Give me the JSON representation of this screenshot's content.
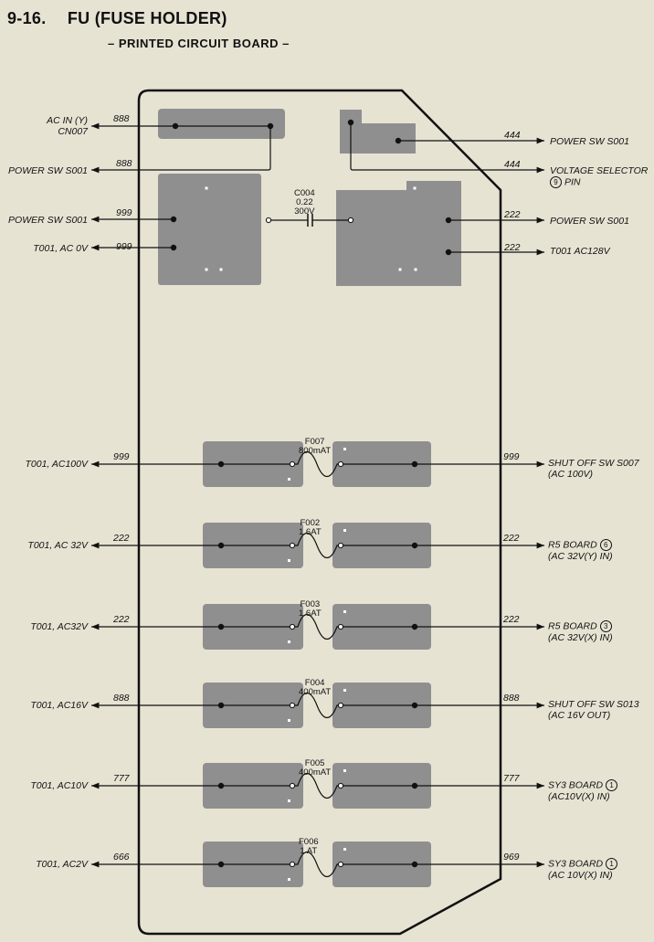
{
  "header": {
    "section": "9-16.",
    "title": "FU (FUSE HOLDER)",
    "subtitle": "– PRINTED CIRCUIT BOARD –"
  },
  "capacitor": {
    "ref": "C004",
    "value1": "0.22",
    "value2": "300V"
  },
  "left_connections": [
    {
      "label": "AC IN (Y)",
      "label2": "CN007",
      "wire": "888"
    },
    {
      "label": "POWER SW S001",
      "wire": "888"
    },
    {
      "label": "POWER SW S001",
      "wire": "999"
    },
    {
      "label": "T001, AC 0V",
      "wire": "999"
    },
    {
      "label": "T001, AC100V",
      "wire": "999"
    },
    {
      "label": "T001, AC 32V",
      "wire": "222"
    },
    {
      "label": "T001, AC32V",
      "wire": "222"
    },
    {
      "label": "T001, AC16V",
      "wire": "888"
    },
    {
      "label": "T001, AC10V",
      "wire": "777"
    },
    {
      "label": "T001, AC2V",
      "wire": "666"
    }
  ],
  "right_connections": [
    {
      "label": "POWER SW S001",
      "wire": "444"
    },
    {
      "label": "VOLTAGE SELECTOR",
      "circle": "9",
      "label2": "PIN",
      "wire": "444"
    },
    {
      "label": "POWER SW S001",
      "wire": "222"
    },
    {
      "label": "T001 AC128V",
      "wire": "222"
    },
    {
      "label": "SHUT OFF SW S007",
      "label2": "(AC 100V)",
      "wire": "999"
    },
    {
      "label": "R5 BOARD",
      "circle": "6",
      "label2": "(AC 32V(Y) IN)",
      "wire": "222"
    },
    {
      "label": "R5 BOARD",
      "circle": "3",
      "label2": "(AC 32V(X) IN)",
      "wire": "222"
    },
    {
      "label": "SHUT OFF SW S013",
      "label2": "(AC 16V OUT)",
      "wire": "888"
    },
    {
      "label": "SY3 BOARD",
      "circle": "1",
      "label2": "(AC10V(X) IN)",
      "wire": "777"
    },
    {
      "label": "SY3 BOARD",
      "circle": "1",
      "label2": "(AC 10V(X) IN)",
      "wire": "969"
    }
  ],
  "fuses": [
    {
      "ref": "F007",
      "rating": "800mAT"
    },
    {
      "ref": "F002",
      "rating": "1.6AT"
    },
    {
      "ref": "F003",
      "rating": "1.6AT"
    },
    {
      "ref": "F004",
      "rating": "400mAT"
    },
    {
      "ref": "F005",
      "rating": "400mAT"
    },
    {
      "ref": "F006",
      "rating": "1 AT"
    }
  ],
  "colors": {
    "pad": "#8f8f8f",
    "background": "#e7e3d3",
    "line": "#111111"
  }
}
